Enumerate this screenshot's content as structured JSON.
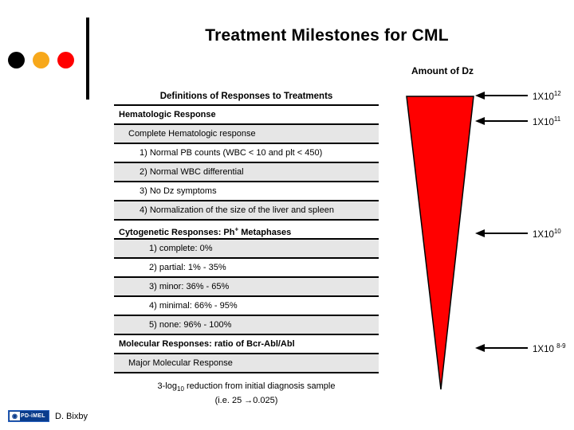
{
  "slide": {
    "title": "Treatment Milestones for CML",
    "author": "D. Bixby",
    "logo_badge": {
      "glyph": "icon",
      "word": "PD-iMEL"
    },
    "decor_dots": [
      {
        "name": "dot-black",
        "color": "#000000"
      },
      {
        "name": "dot-orange",
        "color": "#F7A81B"
      },
      {
        "name": "dot-red",
        "color": "#FF0000"
      }
    ]
  },
  "diagram": {
    "caption": "Amount of Dz",
    "triangle_color": "#FF0000",
    "annotations": [
      {
        "label_html": "1X10<sup>12</sup>",
        "label_text": "1X10 12"
      },
      {
        "label_html": "1X10<sup>11</sup>",
        "label_text": "1X10 11"
      },
      {
        "label_html": "1X10<sup>10</sup>",
        "label_text": "1X10 10"
      },
      {
        "label_html": "1X10 <sup>8-9</sup>",
        "label_text": "1X10 8-9"
      }
    ]
  },
  "table": {
    "title": "Definitions of Responses to Treatments",
    "rows": [
      {
        "text_html": "Hematologic Response",
        "indent": "ind0",
        "bold": true,
        "shade": false
      },
      {
        "text_html": "Complete Hematologic response",
        "indent": "ind1",
        "bold": false,
        "shade": true
      },
      {
        "text_html": "1) Normal PB counts (WBC &lt; 10 and plt &lt; 450)",
        "indent": "ind2",
        "bold": false,
        "shade": false
      },
      {
        "text_html": "2) Normal WBC differential",
        "indent": "ind2",
        "bold": false,
        "shade": true
      },
      {
        "text_html": "3) No Dz symptoms",
        "indent": "ind2",
        "bold": false,
        "shade": false
      },
      {
        "text_html": "4) Normalization of the size of the liver and spleen",
        "indent": "ind2",
        "bold": false,
        "shade": true
      },
      {
        "text_html": "Cytogenetic Responses: Ph<sup>+</sup> Metaphases",
        "indent": "ind0",
        "bold": true,
        "shade": false
      },
      {
        "text_html": "1) complete: 0%",
        "indent": "ind3",
        "bold": false,
        "shade": true
      },
      {
        "text_html": "2) partial: 1% - 35%",
        "indent": "ind3",
        "bold": false,
        "shade": false
      },
      {
        "text_html": "3) minor: 36% - 65%",
        "indent": "ind3",
        "bold": false,
        "shade": true
      },
      {
        "text_html": "4) minimal: 66% - 95%",
        "indent": "ind3",
        "bold": false,
        "shade": false
      },
      {
        "text_html": "5) none: 96% - 100%",
        "indent": "ind3",
        "bold": false,
        "shade": true
      },
      {
        "text_html": "Molecular Responses: ratio of Bcr-Abl/Abl",
        "indent": "ind0",
        "bold": true,
        "shade": false
      },
      {
        "text_html": "Major Molecular Response",
        "indent": "ind1",
        "bold": false,
        "shade": true
      }
    ],
    "footnote_line1_html": "3-log<sub>10</sub> reduction from initial diagnosis sample",
    "footnote_line2_html": "(i.e. 25 &rarr;0.025)"
  }
}
